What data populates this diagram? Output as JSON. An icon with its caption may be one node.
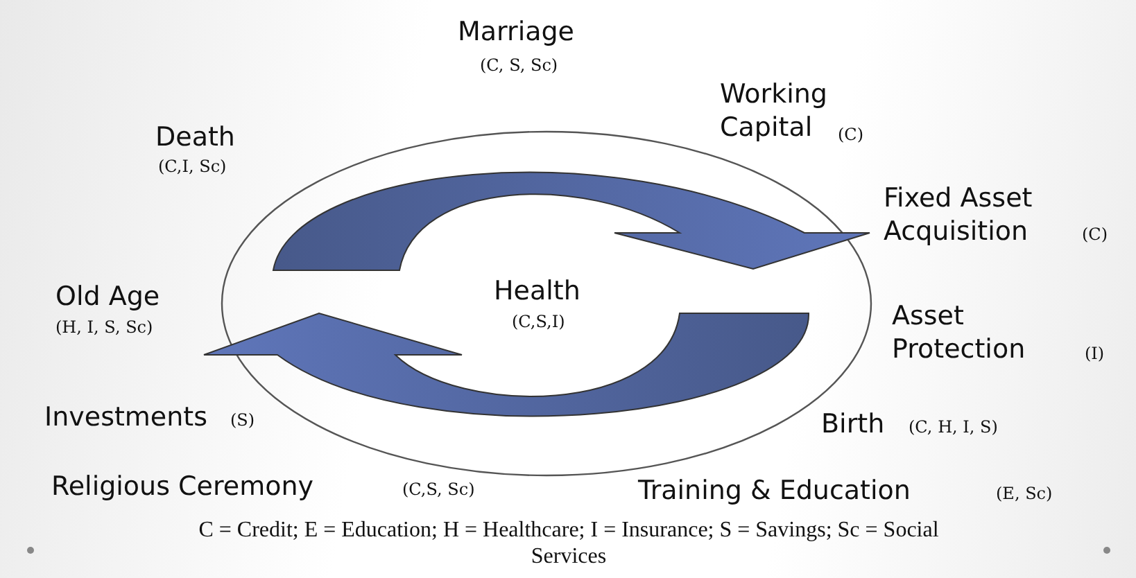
{
  "diagram": {
    "labels": [
      "Marriage",
      "(C, S, Sc)",
      "Working Capital",
      "(C)",
      "Death",
      "(C,I, Sc)",
      "Fixed Asset Acquisition",
      "(C)",
      "Old Age",
      "(H, I, S, Sc)",
      "Health",
      "(C,S,I)",
      "Asset Protection",
      "(I)",
      "Investments",
      "(S)",
      "Birth",
      "(C, H, I, S)",
      "Religious Ceremony",
      "(C,S, Sc)",
      "Training & Education",
      "(E, Sc)",
      "C = Credit; E = Education; H = Healthcare; I = Insurance; S = Savings; Sc = Social Services"
    ]
  }
}
